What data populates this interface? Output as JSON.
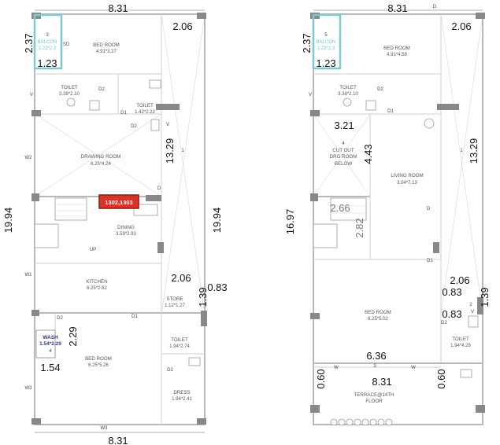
{
  "left_plan": {
    "dims": {
      "top_width": "8.31",
      "bottom_width": "8.31",
      "left_height": "19.94",
      "right_height": "19.94",
      "balcony_w": "2.37",
      "balcony_h": "1.23",
      "toilet_w": "2.06",
      "stair_h": "13.29",
      "kitchen_w": "2.06",
      "store_w": "0.83",
      "store_h": "1.39",
      "wash_h": "2.29",
      "wash_w": "1.54"
    },
    "rooms": {
      "balcony_label": "BALCON",
      "balcony_num": "3",
      "balcony_dim": "1.23*2.3",
      "sd": "SD",
      "bedroom1_label": "BED ROOM",
      "bedroom1_dim": "4.91*3.27",
      "toilet1_label": "TOILET",
      "toilet1_dim": "3.38*2.10",
      "toilet2_label": "TOILET",
      "toilet2_dim": "1.42*2.22",
      "drawing_label": "DRAWING ROOM",
      "drawing_dim": "6.25*4.24",
      "dining_label": "DINING",
      "dining_dim": "3.59*2.93",
      "kitchen_label": "KITCHEN",
      "kitchen_dim": "6.25*2.62",
      "store_label": "STORE",
      "store_dim": "1.12*1.27",
      "wash_label": "WASH",
      "wash_dim": "1.54*2.29",
      "wash_num": "4",
      "bedroom2_label": "BED ROOM",
      "bedroom2_dim": "6.25*5.26",
      "toilet3_label": "TOILET",
      "toilet3_dim": "1.94*2.74",
      "dress_label": "DRESS",
      "dress_dim": "1.94*2.41"
    },
    "tags": {
      "d2a": "D2",
      "d1a": "D1",
      "d2b": "D2",
      "v1": "V",
      "v2": "V",
      "w2": "W2",
      "w1": "W1",
      "w3a": "W3",
      "w3b": "W3",
      "d_drawing": "D",
      "up": "UP",
      "d2c": "D2",
      "d1b": "D1",
      "d2d": "D2",
      "stair_num": "1"
    },
    "highlight": "1302,1303"
  },
  "right_plan": {
    "dims": {
      "top_width": "8.31",
      "left_height": "16.97",
      "balcony_w": "2.37",
      "balcony_h": "1.23",
      "toilet_w": "2.06",
      "cutout_w": "3.21",
      "cutout_h": "4.43",
      "stair_h": "13.29",
      "stair_w": "2.66",
      "stair_h2": "2.82",
      "toilet2_w": "2.06",
      "toilet2_h1": "0.83",
      "toilet2_h2": "0.83",
      "right_small": "1.39",
      "terrace_w": "6.36",
      "bottom_width": "8.31",
      "terrace_h_left": "0.60",
      "terrace_h_right": "0.60"
    },
    "rooms": {
      "balcony_label": "BALCON",
      "balcony_num": "5",
      "balcony_dim": "1.23*2.3",
      "bedroom1_label": "BED ROOM",
      "bedroom1_dim": "4.91*4.58",
      "toilet1_label": "TOILET",
      "toilet1_dim": "3.38*2.10",
      "cutout_num": "4",
      "cutout_l1": "CUT OUT",
      "cutout_l2": "DRG ROOM",
      "cutout_l3": "BELOW",
      "living_label": "LIVING ROOM",
      "living_dim": "3.04*7.13",
      "bedroom2_label": "BED ROOM",
      "bedroom2_dim": "6.25*5.02",
      "toilet2_label": "TOILET",
      "toilet2_dim": "1.94*4.28",
      "terrace_l1": "TERRACE@14TH",
      "terrace_l2": "FLOOR"
    },
    "tags": {
      "d_top": "D",
      "d2a": "D2",
      "d1a": "D1",
      "v1": "V",
      "d_living": "D",
      "d1b": "D1",
      "d2b": "D2",
      "v2": "V",
      "w1": "W",
      "w2": "W",
      "num3": "3",
      "num2": "2",
      "stair_num": "1"
    }
  }
}
